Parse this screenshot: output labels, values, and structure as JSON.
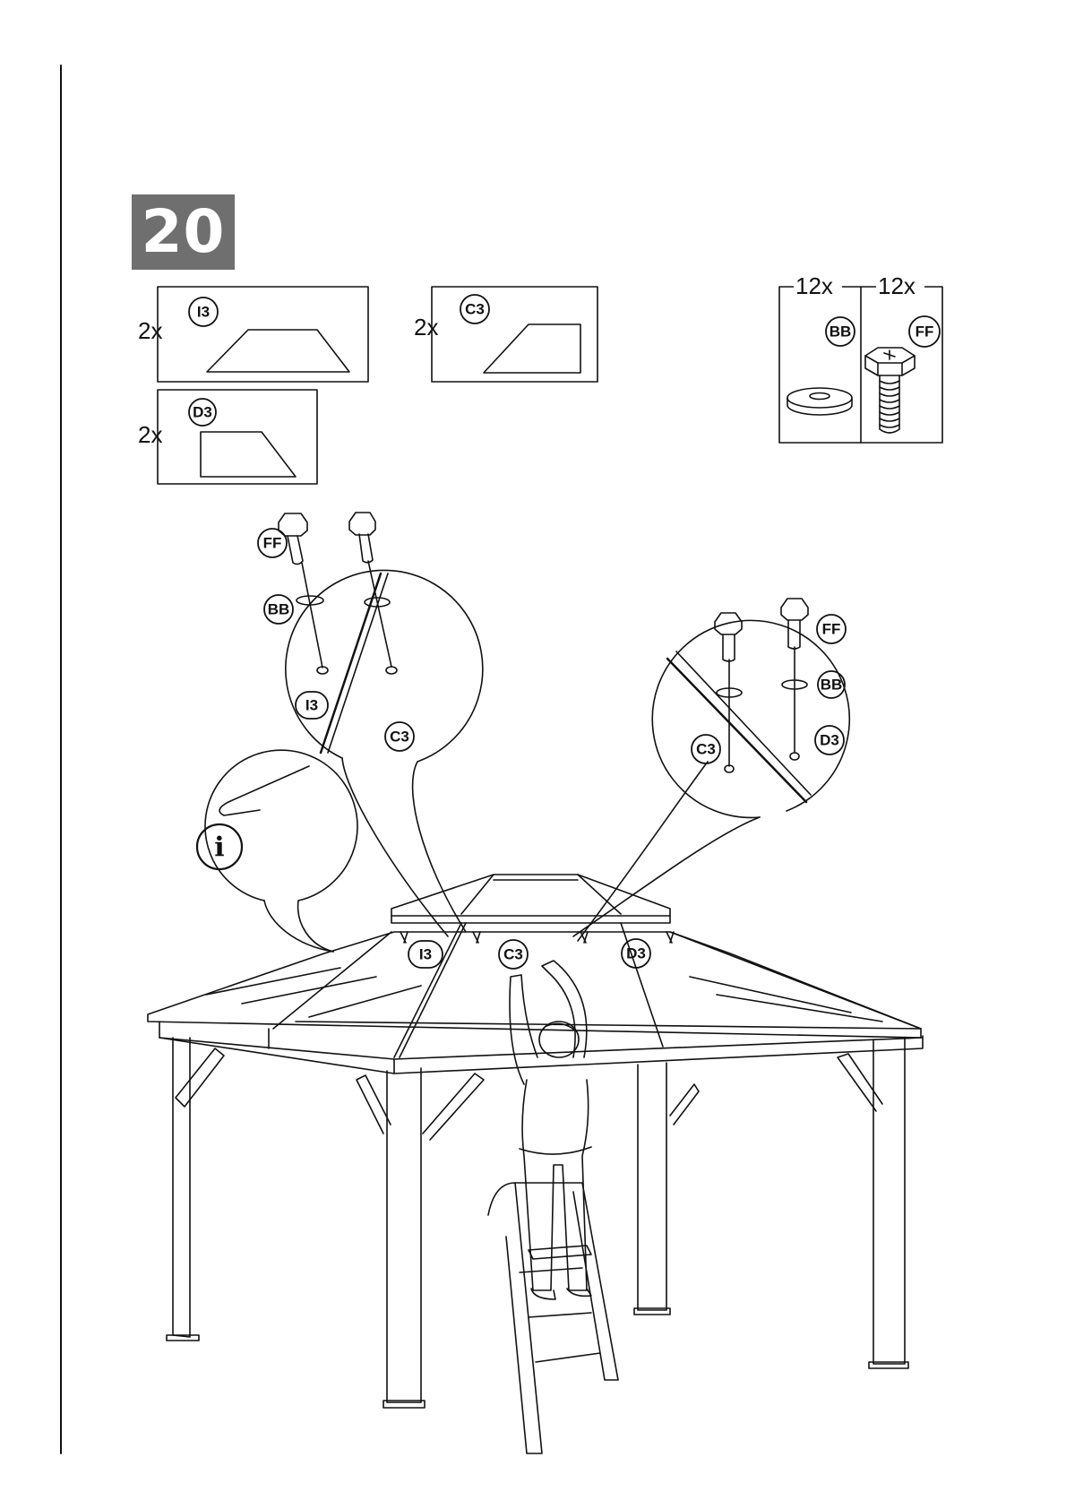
{
  "step": {
    "number": "20"
  },
  "parts": [
    {
      "qty": "2x",
      "code": "I3"
    },
    {
      "qty": "2x",
      "code": "C3"
    },
    {
      "qty": "2x",
      "code": "D3"
    }
  ],
  "hardware": [
    {
      "qty": "12x",
      "code": "BB"
    },
    {
      "qty": "12x",
      "code": "FF"
    }
  ],
  "detail_left": {
    "screw": "FF",
    "washer": "BB",
    "panel_a": "I3",
    "panel_b": "C3"
  },
  "detail_right": {
    "screw": "FF",
    "washer": "BB",
    "panel_a": "C3",
    "panel_b": "D3"
  },
  "info_icon": {
    "glyph": "i"
  },
  "roof_labels": [
    "I3",
    "C3",
    "D3"
  ]
}
